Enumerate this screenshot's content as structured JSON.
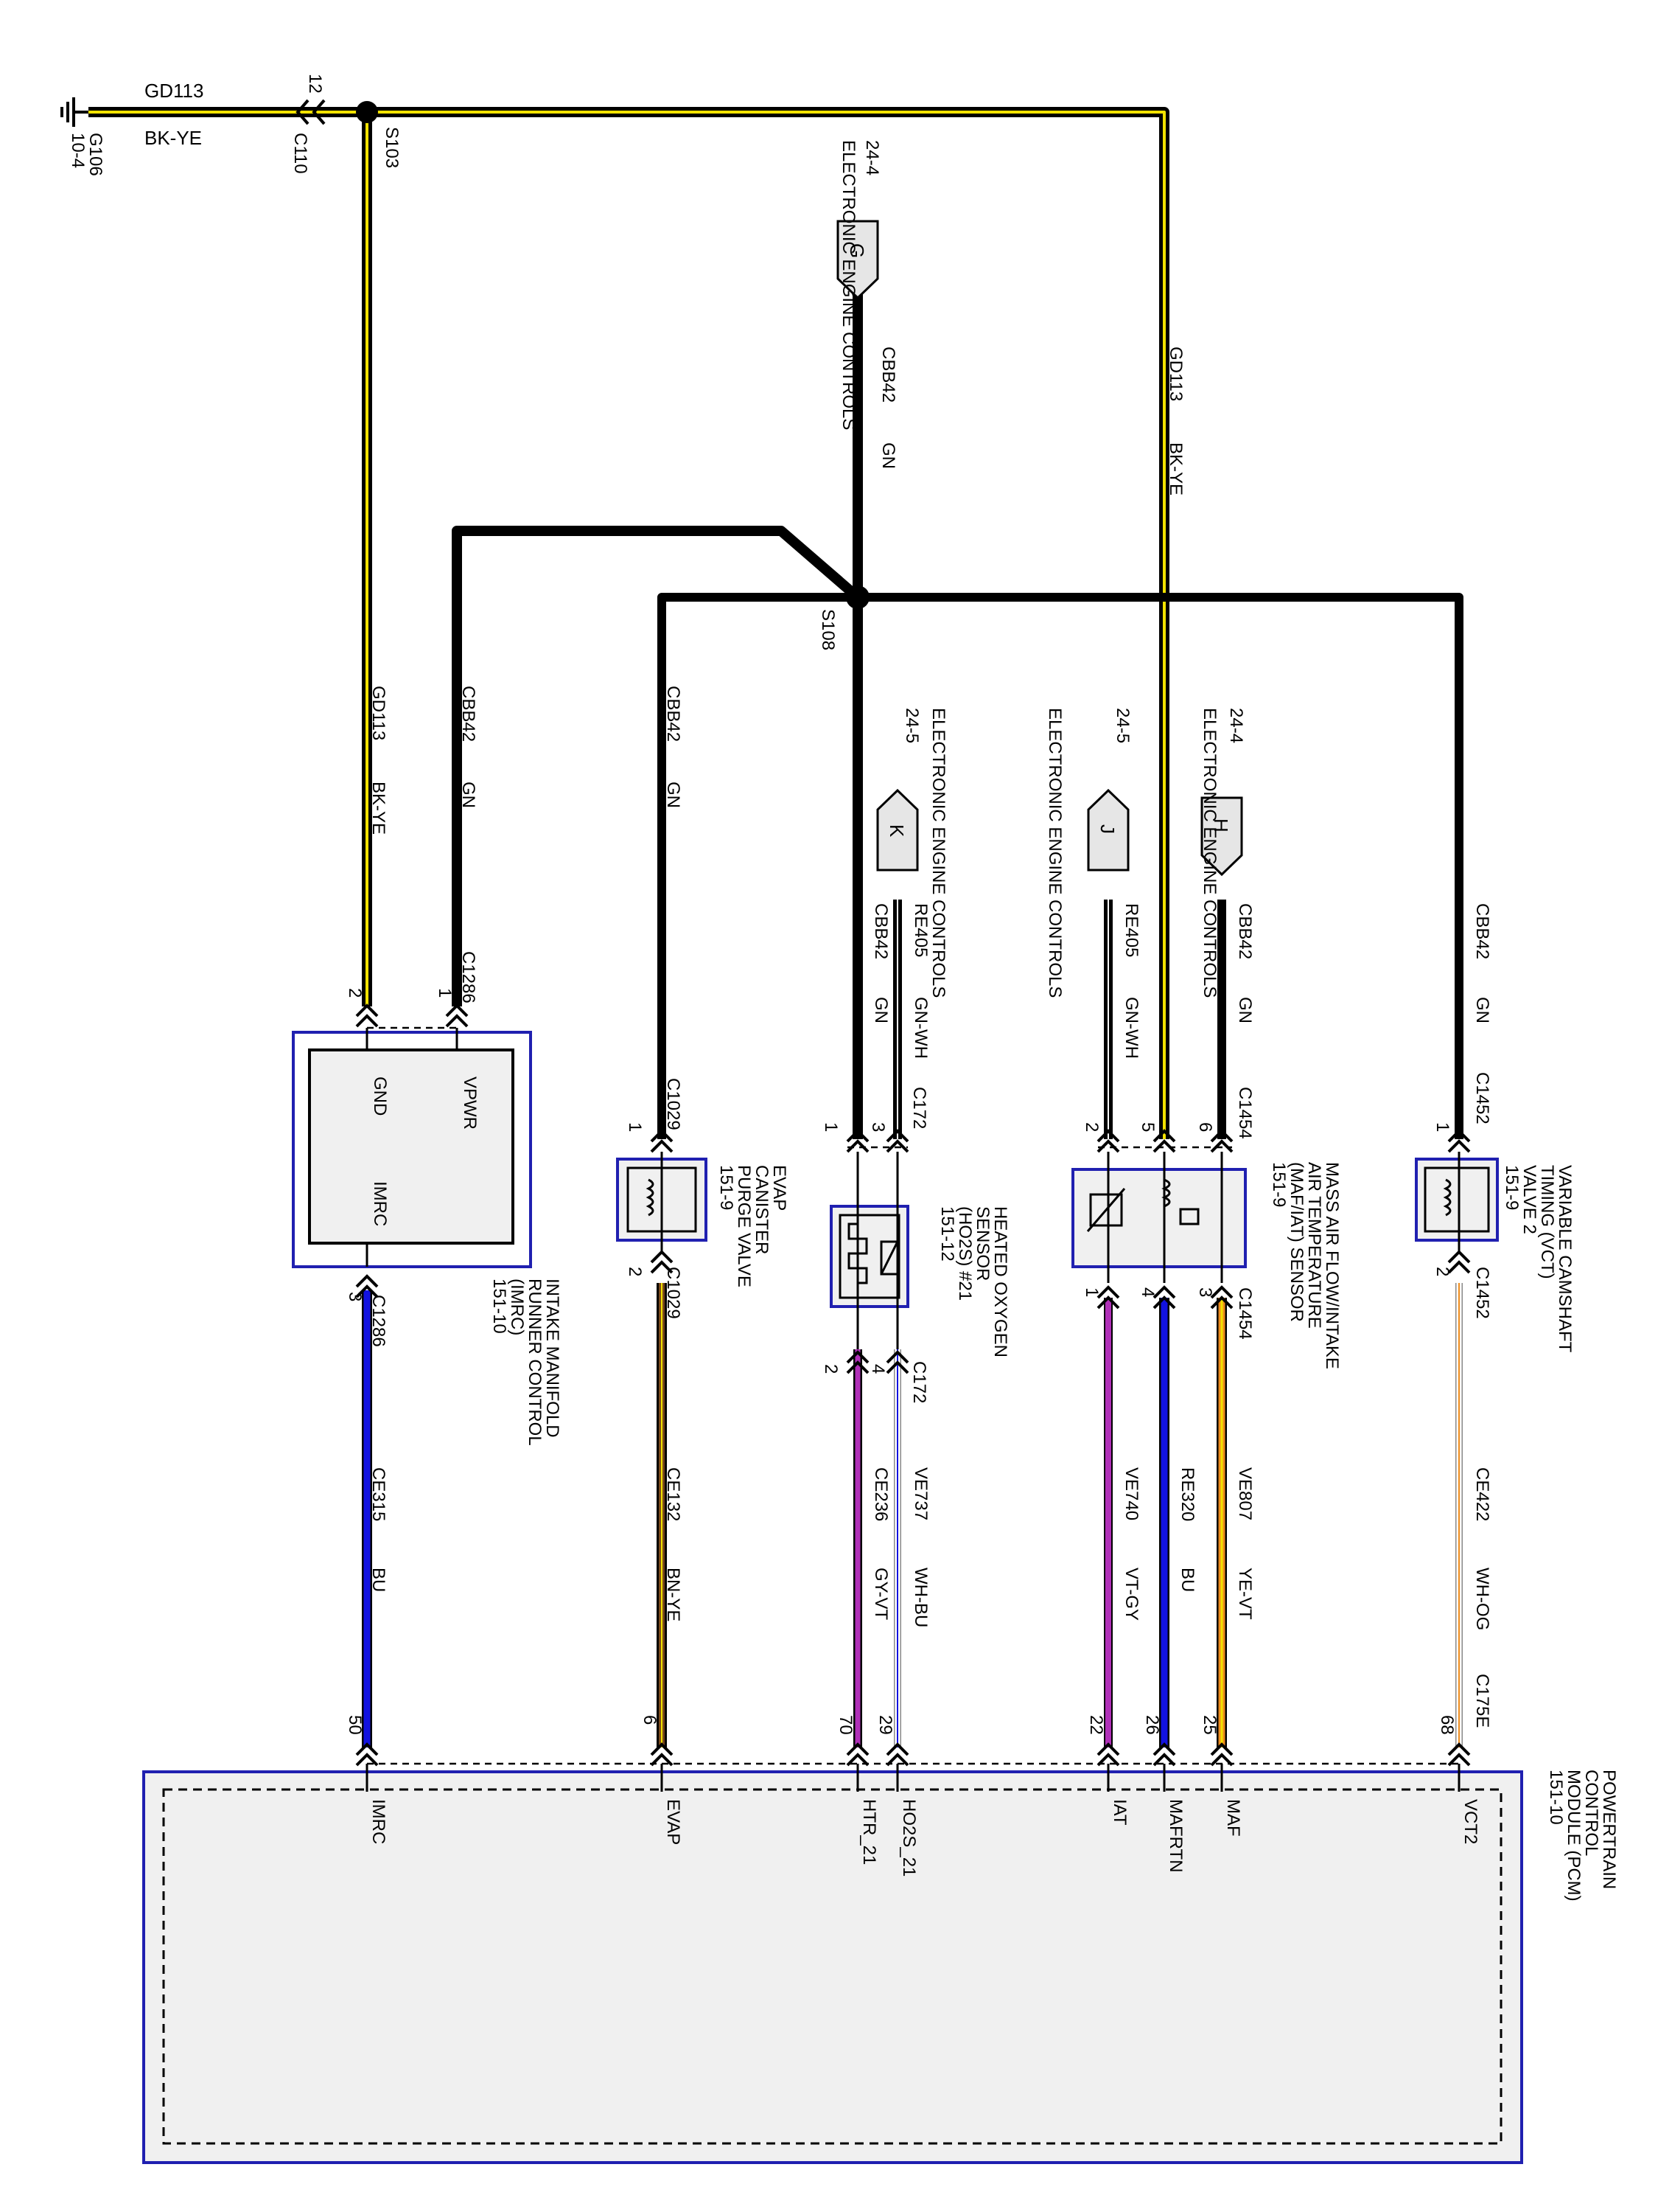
{
  "colors": {
    "black": "#000000",
    "yellow": "#f2e200",
    "green": "#2a2a2a",
    "blue": "#1212e0",
    "violet": "#b030b8",
    "orange": "#ee8c1c",
    "brown": "#7a4a1c",
    "white": "#ffffff",
    "gray": "#b3b3b3",
    "component_outline": "#2020b0",
    "module_fill": "#f0f0f0"
  },
  "ground": {
    "label": "G106",
    "ref": "10-4"
  },
  "splices": {
    "s103": "S103",
    "s108": "S108"
  },
  "connectors": {
    "c110": "C110",
    "c110_pin": "12",
    "c1286_top": "C1286",
    "c1286_bottom": "C1286",
    "c1029_top": "C1029",
    "c1029_bottom": "C1029",
    "c172_top": "C172",
    "c172_bottom": "C172",
    "c1454_top": "C1454",
    "c1454_bottom": "C1454",
    "c1452_top": "C1452",
    "c1452_bottom": "C1452",
    "c175e": "C175E"
  },
  "wires": {
    "gd113_label": "GD113",
    "bkye_label": "BK-YE",
    "cbb42_label": "CBB42",
    "gn_label": "GN",
    "re405_label": "RE405",
    "gnwh_label": "GN-WH",
    "ce315": "CE315",
    "bu": "BU",
    "ce132": "CE132",
    "bnye": "BN-YE",
    "ce236": "CE236",
    "gyvt": "GY-VT",
    "ve737": "VE737",
    "whbu": "WH-BU",
    "ve740": "VE740",
    "vtgy": "VT-GY",
    "re320": "RE320",
    "bu2": "BU",
    "ve807": "VE807",
    "yevt": "YE-VT",
    "ce422": "CE422",
    "whog": "WH-OG"
  },
  "references": {
    "g": {
      "letter": "G",
      "page": "24-4",
      "title": "ELECTRONIC ENGINE CONTROLS"
    },
    "k": {
      "letter": "K",
      "page": "24-5",
      "title": "ELECTRONIC ENGINE CONTROLS"
    },
    "j": {
      "letter": "J",
      "page": "24-5",
      "title": "ELECTRONIC ENGINE CONTROLS"
    },
    "h": {
      "letter": "H",
      "page": "24-4",
      "title": "ELECTRONIC ENGINE CONTROLS"
    }
  },
  "components": {
    "imrc": {
      "lines": [
        "INTAKE MANIFOLD",
        "RUNNER CONTROL",
        "(IMRC)",
        "151-10"
      ],
      "pin_vpwr": "VPWR",
      "pin_gnd": "GND",
      "pin_imrc": "IMRC"
    },
    "evap": {
      "lines": [
        "EVAP",
        "CANISTER",
        "PURGE VALVE",
        "151-9"
      ]
    },
    "ho2s": {
      "lines": [
        "HEATED OXYGEN",
        "SENSOR",
        "(HO2S) #21",
        "151-12"
      ]
    },
    "maf": {
      "lines": [
        "MASS AIR FLOW/INTAKE",
        "AIR TEMPERATURE",
        "(MAF/IAT) SENSOR",
        "151-9"
      ]
    },
    "vct": {
      "lines": [
        "VARIABLE CAMSHAFT",
        "TIMING (VCT)",
        "VALVE 2",
        "151-9"
      ]
    },
    "pcm": {
      "lines": [
        "POWERTRAIN",
        "CONTROL",
        "MODULE (PCM)",
        "151-10"
      ]
    }
  },
  "pins": {
    "p_imrc_1": "1",
    "p_imrc_2": "2",
    "p_imrc_3": "3",
    "p_evap_1": "1",
    "p_evap_2": "2",
    "p_ho2s_1": "1",
    "p_ho2s_3": "3",
    "p_ho2s_2": "2",
    "p_ho2s_4": "4",
    "p_maf_2": "2",
    "p_maf_5": "5",
    "p_maf_6": "6",
    "p_maf_1": "1",
    "p_maf_4": "4",
    "p_maf_3": "3",
    "p_vct_1": "1",
    "p_vct_2": "2",
    "pcm_50": "50",
    "pcm_6": "6",
    "pcm_70": "70",
    "pcm_29": "29",
    "pcm_22": "22",
    "pcm_26": "26",
    "pcm_25": "25",
    "pcm_68": "68"
  },
  "pcm_pins": {
    "imrc": "IMRC",
    "evap": "EVAP",
    "htr": "HTR_21",
    "ho2s": "HO2S_21",
    "iat": "IAT",
    "mafrtn": "MAFRTN",
    "maf": "MAF",
    "vct2": "VCT2"
  }
}
